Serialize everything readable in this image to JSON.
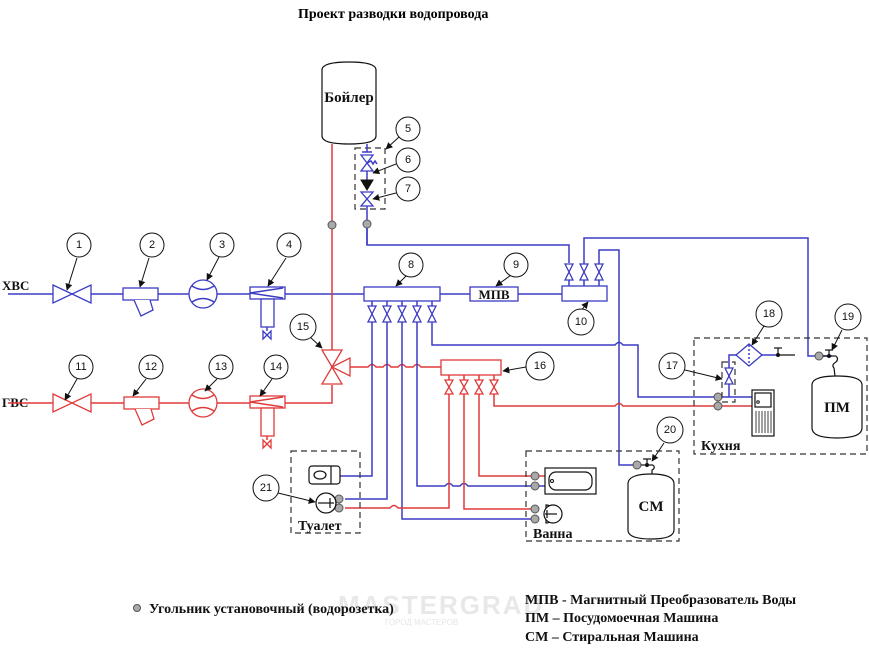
{
  "title": "Проект разводки водопровода",
  "colors": {
    "cold_water": "#3b3bc4",
    "hot_water": "#e03a3a",
    "connector": "#a9a9a9"
  },
  "lines": {
    "cold_label": "ХВС",
    "hot_label": "ГВС"
  },
  "devices": {
    "boiler": "Бойлер",
    "mpv": "МПВ",
    "dishwasher": "ПМ",
    "washing_machine": "СМ"
  },
  "rooms": {
    "kitchen": "Кухня",
    "toilet": "Туалет",
    "bathroom": "Ванна"
  },
  "callouts": [
    "1",
    "2",
    "3",
    "4",
    "5",
    "6",
    "7",
    "8",
    "9",
    "10",
    "11",
    "12",
    "13",
    "14",
    "15",
    "16",
    "17",
    "18",
    "19",
    "20",
    "21"
  ],
  "legend": {
    "connector": "Угольник установочный (водорозетка)",
    "abbreviations": [
      "МПВ - Магнитный Преобразователь Воды",
      "ПМ – Посудомоечная Машина",
      "СМ – Стиральная Машина"
    ]
  },
  "watermark": {
    "main": "MASTERGRAD",
    "sub": "ГОРОД МАСТЕРОВ"
  }
}
